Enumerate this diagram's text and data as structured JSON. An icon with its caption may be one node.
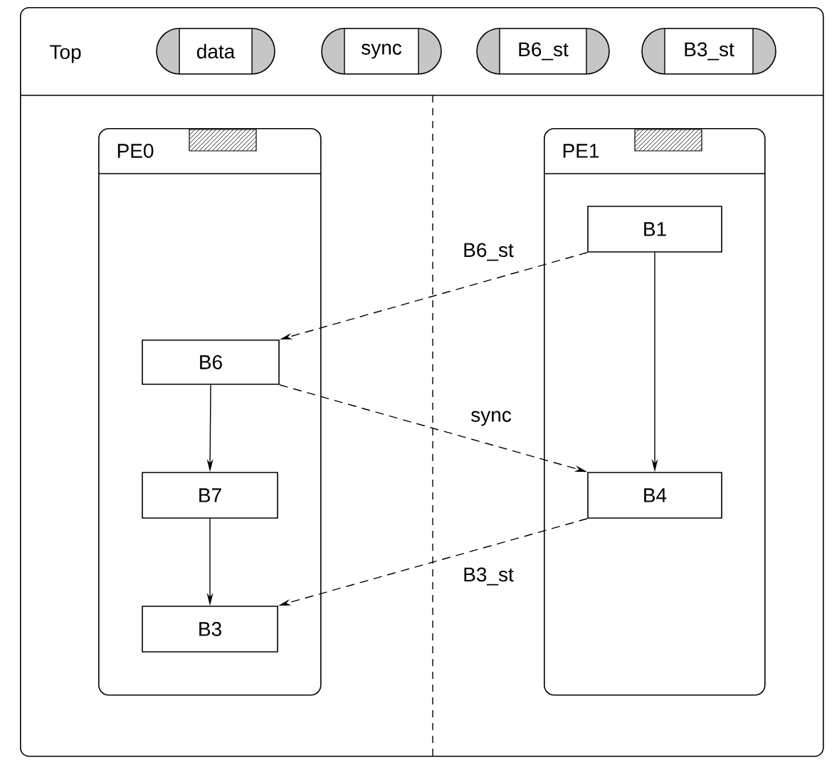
{
  "diagram": {
    "nodes": [
      {
        "text": [
          "Top"
        ]
      },
      {
        "text": [
          "data"
        ],
        "in": 0
      },
      {
        "text": [
          "sync"
        ],
        "in": 0
      },
      {
        "text": [
          "B6_st"
        ],
        "in": 0
      },
      {
        "text": [
          "B3_st"
        ],
        "in": 0
      },
      {
        "text": [
          "PE0"
        ],
        "in": 0
      },
      {
        "text": [
          "PE1"
        ],
        "in": 0
      },
      {
        "text": [
          "B1"
        ],
        "in": 6
      },
      {
        "text": [
          "B6"
        ],
        "in": 5
      },
      {
        "text": [
          "B7"
        ],
        "in": 5
      },
      {
        "text": [
          "B3"
        ],
        "in": 5
      },
      {
        "text": [
          "B4"
        ],
        "in": 6
      }
    ],
    "edges": [
      {
        "from": 7,
        "to": 8,
        "arrow": "to",
        "style": "dashed",
        "label": "B6_st"
      },
      {
        "from": 8,
        "to": 11,
        "arrow": "to",
        "style": "dashed",
        "label": "sync"
      },
      {
        "from": 11,
        "to": 10,
        "arrow": "to",
        "style": "dashed",
        "label": "B3_st"
      },
      {
        "from": 8,
        "to": 9,
        "arrow": "to"
      },
      {
        "from": 9,
        "to": 10,
        "arrow": "to"
      },
      {
        "from": 7,
        "to": 11,
        "arrow": "to"
      }
    ]
  }
}
